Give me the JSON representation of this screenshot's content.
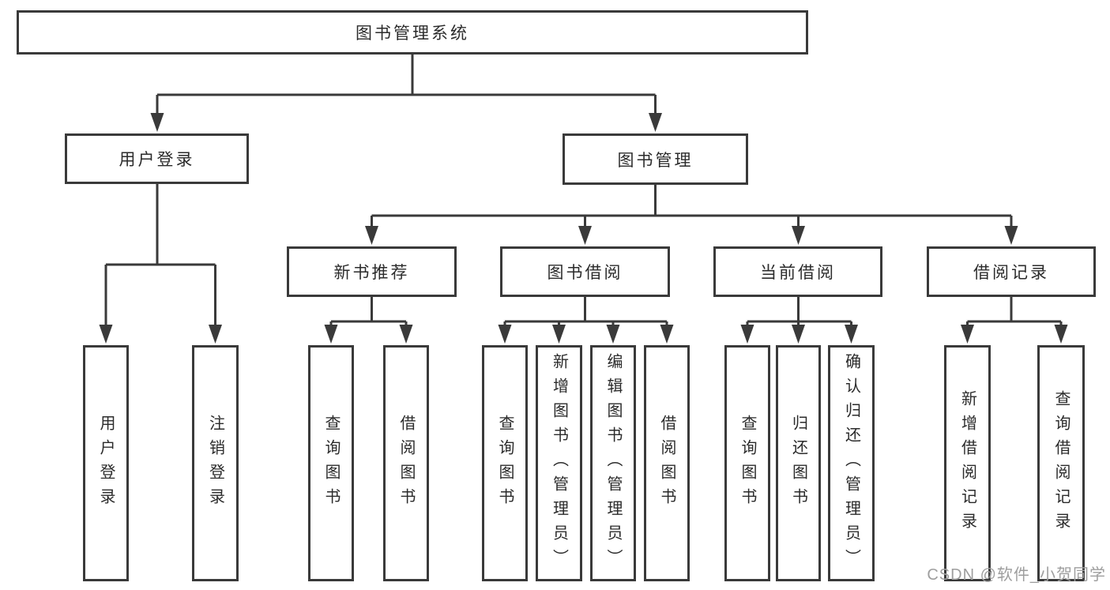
{
  "colors": {
    "line": "#3a3a3a",
    "text": "#2b2b2b",
    "box_background": "#ffffff",
    "watermark": "#9e9e9e"
  },
  "diagram": {
    "root": {
      "label": "图书管理系统"
    },
    "level2": [
      {
        "label": "用户登录"
      },
      {
        "label": "图书管理"
      }
    ],
    "level3": [
      {
        "label": "新书推荐"
      },
      {
        "label": "图书借阅"
      },
      {
        "label": "当前借阅"
      },
      {
        "label": "借阅记录"
      }
    ],
    "leaves": [
      {
        "label": "用户登录"
      },
      {
        "label": "注销登录"
      },
      {
        "label": "查询图书"
      },
      {
        "label": "借阅图书"
      },
      {
        "label": "查询图书"
      },
      {
        "label": "新增图书（管理员）"
      },
      {
        "label": "编辑图书（管理员）"
      },
      {
        "label": "借阅图书"
      },
      {
        "label": "查询图书"
      },
      {
        "label": "归还图书"
      },
      {
        "label": "确认归还（管理员）"
      },
      {
        "label": "新增借阅记录"
      },
      {
        "label": "查询借阅记录"
      }
    ]
  },
  "watermark": {
    "text": "CSDN @软件_小贺同学"
  }
}
